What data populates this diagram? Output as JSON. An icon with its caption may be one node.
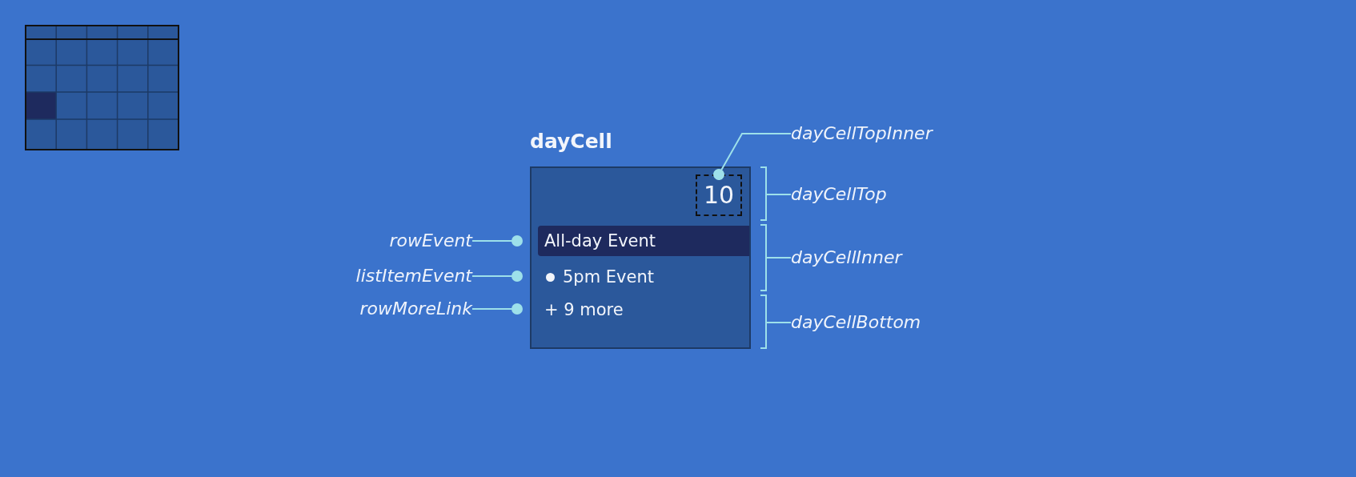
{
  "diagram": {
    "nodes": [
      {
        "text": [
          "dayCell"
        ]
      },
      {
        "text": [
          "10"
        ],
        "in": 0
      },
      {
        "text": [
          "All-day Event"
        ],
        "in": 0
      },
      {
        "text": [
          "5pm Event"
        ],
        "in": 0
      },
      {
        "text": [
          "+ 9 more"
        ],
        "in": 0
      },
      {
        "text": [
          "rowEvent"
        ]
      },
      {
        "text": [
          "listItemEvent"
        ]
      },
      {
        "text": [
          "rowMoreLink"
        ]
      },
      {
        "text": [
          "dayCellTopInner"
        ]
      },
      {
        "text": [
          "dayCellTop"
        ]
      },
      {
        "text": [
          "dayCellInner"
        ]
      },
      {
        "text": [
          "dayCellBottom"
        ]
      }
    ],
    "edges": [
      {
        "from": 5,
        "to": 2,
        "arrow": "other"
      },
      {
        "from": 6,
        "to": 3,
        "arrow": "other"
      },
      {
        "from": 7,
        "to": 4,
        "arrow": "other"
      },
      {
        "from": 8,
        "to": 1,
        "arrow": "other"
      },
      {
        "from": 9,
        "to": null,
        "arrow": "none"
      },
      {
        "from": 10,
        "to": null,
        "arrow": "none"
      },
      {
        "from": 11,
        "to": null,
        "arrow": "none"
      }
    ]
  }
}
